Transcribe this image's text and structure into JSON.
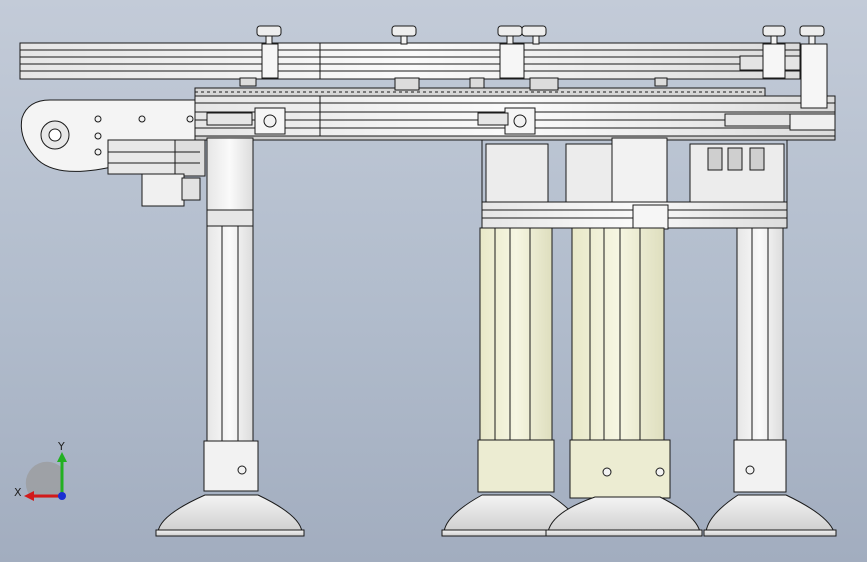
{
  "viewport": {
    "background_top": "#c3cbd8",
    "background_bottom": "#a2adbf"
  },
  "model": {
    "description_icon": "conveyor-assembly-model",
    "line_color": "#1a1a1a",
    "metal_fill": "#f2f2f2",
    "shadow_fill": "#d8d8d8",
    "cream_fill": "#eeeed2",
    "feet_count": 4
  },
  "triad": {
    "x_label": "X",
    "y_label": "Y",
    "x_color": "#d21a1a",
    "y_color": "#22b022",
    "z_color": "#1a2fd2"
  }
}
